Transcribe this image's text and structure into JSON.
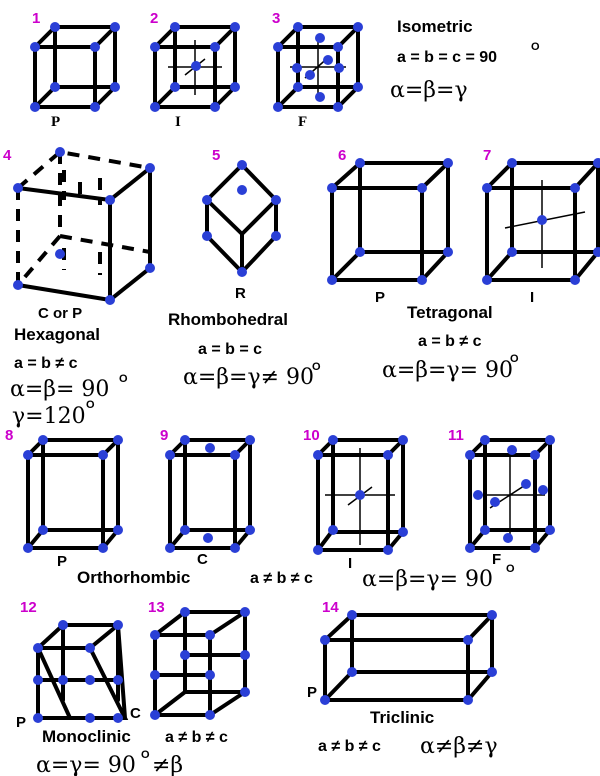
{
  "numbers": [
    "1",
    "2",
    "3",
    "4",
    "5",
    "6",
    "7",
    "8",
    "9",
    "10",
    "11",
    "12",
    "13",
    "14"
  ],
  "lattice_labels": {
    "p1": "P",
    "i1": "I",
    "f1": "F",
    "hex": "C or P",
    "r": "R",
    "p_tet": "P",
    "i_tet": "I",
    "p_orth": "P",
    "c_orth": "C",
    "i_orth": "I",
    "f_orth": "F",
    "p_mono": "P",
    "c_mono": "C",
    "p_tri": "P"
  },
  "systems": {
    "isometric": {
      "name": "Isometric",
      "axes": "a = b = c = 90",
      "axes_sup": "O",
      "angles": "α=β=γ"
    },
    "hexagonal": {
      "name": "Hexagonal",
      "axes": "a = b ≠ c",
      "angles": "α=β= 90",
      "angles_sup": "O",
      "gamma": "γ=120",
      "gamma_sup": "O"
    },
    "rhombohedral": {
      "name": "Rhombohedral",
      "axes": "a = b = c",
      "angles": "α=β=γ≠ 90",
      "angles_sup": "O"
    },
    "tetragonal": {
      "name": "Tetragonal",
      "axes": "a = b ≠ c",
      "angles": "α=β=γ= 90",
      "angles_sup": "O"
    },
    "orthorhombic": {
      "name": "Orthorhombic",
      "axes": "a ≠ b ≠ c",
      "angles": "α=β=γ= 90",
      "angles_sup": "O"
    },
    "monoclinic": {
      "name": "Monoclinic",
      "axes": "a ≠ b ≠ c",
      "angles": "α=γ= 90",
      "angles_sup": "O",
      "angles_tail": "≠β"
    },
    "triclinic": {
      "name": "Triclinic",
      "axes": "a ≠ b ≠ c",
      "angles": "α≠β≠γ"
    }
  },
  "colors": {
    "atom": "#2a3fd6",
    "number": "#cc00cc",
    "edge": "#000000"
  }
}
